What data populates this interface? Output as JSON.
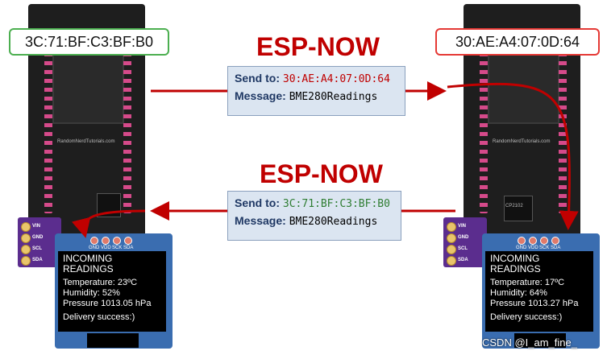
{
  "left_device": {
    "mac": "3C:71:BF:C3:BF:B0",
    "border_color": "#4caf50",
    "oled": {
      "title": "INCOMING READINGS",
      "temperature": "Temperature: 23ºC",
      "humidity": "Humidity: 52%",
      "pressure": "Pressure 1013.05 hPa",
      "status": "Delivery success:)"
    }
  },
  "right_device": {
    "mac": "30:AE:A4:07:0D:64",
    "border_color": "#e53935",
    "oled": {
      "title": "INCOMING READINGS",
      "temperature": "Temperature: 17ºC",
      "humidity": "Humidity: 64%",
      "pressure": "Pressure 1013.27 hPa",
      "status": "Delivery success:)"
    }
  },
  "board_text": {
    "website": "RandomNerdTutorials.com",
    "chip": "CP2102"
  },
  "oled_pins": [
    "GND",
    "VDD",
    "SCK",
    "SDA"
  ],
  "bme_pins": [
    "VIN",
    "GND",
    "SCL",
    "SDA"
  ],
  "top_message": {
    "protocol": "ESP-NOW",
    "send_to_label": "Send to:",
    "send_to_value": "30:AE:A4:07:0D:64",
    "send_to_color": "#c00000",
    "message_label": "Message:",
    "message_value": "BME280Readings"
  },
  "bottom_message": {
    "protocol": "ESP-NOW",
    "send_to_label": "Send to:",
    "send_to_value": "3C:71:BF:C3:BF:B0",
    "send_to_color": "#2e7d32",
    "message_label": "Message:",
    "message_value": "BME280Readings"
  },
  "colors": {
    "arrow": "#c00000",
    "oled_board": "#3a6db0",
    "bme_board": "#5b2d8e"
  },
  "watermark": "CSDN @I_am_fine_"
}
